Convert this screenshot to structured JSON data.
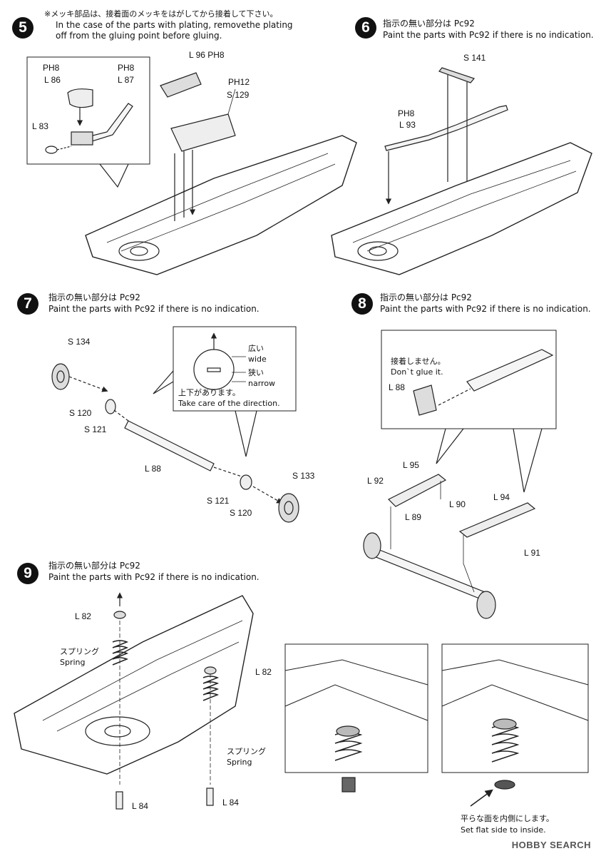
{
  "steps": [
    {
      "number": "5",
      "jp": "※メッキ部品は、接着面のメッキをはがしてから接着して下さい。",
      "en1": "In the case of the parts with plating, removethe plating",
      "en2": "off from the gluing point before gluing."
    },
    {
      "number": "6",
      "jp": "指示の無い部分は Pc92",
      "en": "Paint the parts with Pc92 if there is no indication."
    },
    {
      "number": "7",
      "jp": "指示の無い部分は Pc92",
      "en": "Paint the parts with Pc92 if there is no indication."
    },
    {
      "number": "8",
      "jp": "指示の無い部分は Pc92",
      "en": "Paint the parts with Pc92 if there is no indication."
    },
    {
      "number": "9",
      "jp": "指示の無い部分は Pc92",
      "en": "Paint the parts with Pc92 if there is no indication."
    }
  ],
  "step5_labels": {
    "ph8_a": "PH8",
    "l86": "L 86",
    "ph8_b": "PH8",
    "l87": "L 87",
    "l83": "L 83",
    "l96": "L 96 PH8",
    "ph12": "PH12",
    "s129": "S 129"
  },
  "step6_labels": {
    "s141": "S 141",
    "ph8": "PH8",
    "l93": "L 93"
  },
  "step7_labels": {
    "s134": "S 134",
    "s120a": "S 120",
    "s121a": "S 121",
    "l88": "L 88",
    "s121b": "S 121",
    "s120b": "S 120",
    "s133": "S 133",
    "wide_jp": "広い",
    "wide_en": "wide",
    "narrow_jp": "狭い",
    "narrow_en": "narrow",
    "direction_jp": "上下があります。",
    "direction_en": "Take care of the direction."
  },
  "step8_labels": {
    "noglue_jp": "接着しません。",
    "noglue_en": "Don`t glue it.",
    "l88": "L 88",
    "l95": "L 95",
    "l92": "L 92",
    "l89": "L 89",
    "l90": "L 90",
    "l94": "L 94",
    "l91": "L 91"
  },
  "step9_labels": {
    "l82a": "L 82",
    "spring_jp_a": "スプリング",
    "spring_en_a": "Spring",
    "l82b": "L 82",
    "spring_jp_b": "スプリング",
    "spring_en_b": "Spring",
    "l84a": "L 84",
    "l84b": "L 84",
    "flat_jp": "平らな面を内側にします。",
    "flat_en": "Set flat side to inside."
  },
  "watermark": "HOBBY SEARCH"
}
